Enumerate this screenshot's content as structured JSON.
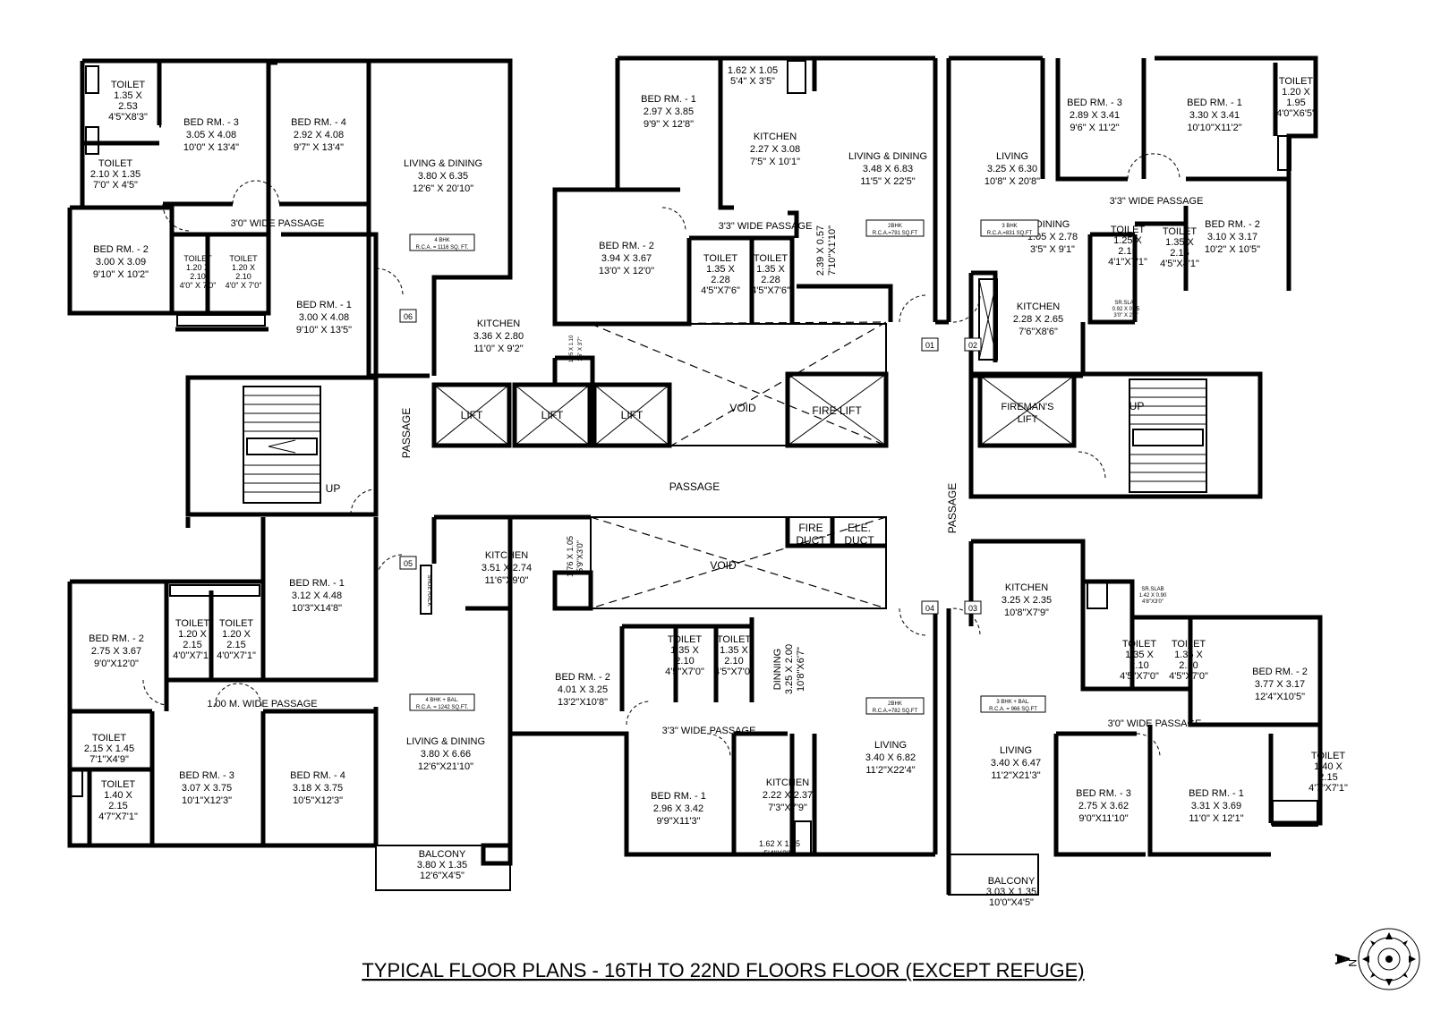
{
  "title": "TYPICAL FLOOR PLANS - 16TH TO 22ND FLOORS FLOOR (EXCEPT REFUGE)",
  "compass": {
    "icon": "north-arrow-icon",
    "label": "N"
  },
  "common_areas": {
    "lifts": [
      "LIFT",
      "LIFT",
      "LIFT"
    ],
    "fire_lift": "FIRE LIFT",
    "firemans_lift": [
      "FIREMAN'S",
      "LIFT"
    ],
    "voids": [
      "VOID",
      "VOID"
    ],
    "passage_center": "PASSAGE",
    "passage_left": "PASSAGE",
    "passage_right": "PASSAGE",
    "stairs": [
      "UP",
      "UP"
    ],
    "fire_duct": [
      "FIRE",
      "DUCT"
    ],
    "ele_duct": [
      "ELE.",
      "DUCT"
    ],
    "shoe_rack": "SHOE RACK",
    "shaft_top": [
      "1.05 X 1.10",
      "3'5\" X 3'7\""
    ],
    "shaft_bottom": [
      "1.76 X 1.05",
      "5'9\"X3'0\""
    ]
  },
  "flats": [
    {
      "no": "06",
      "badge": [
        "4 BHK",
        "R.C.A. = 1116 SQ. FT."
      ],
      "rooms": [
        {
          "id": "toilet-1",
          "lines": [
            "TOILET",
            "1.35 X",
            "2.53",
            "4'5\"X8'3\""
          ]
        },
        {
          "id": "toilet-2",
          "lines": [
            "TOILET",
            "2.10 X 1.35",
            "7'0\" X 4'5\""
          ]
        },
        {
          "id": "bed-3",
          "lines": [
            "BED RM. - 3",
            "3.05 X 4.08",
            "10'0\" X 13'4\""
          ]
        },
        {
          "id": "bed-4",
          "lines": [
            "BED RM. - 4",
            "2.92 X 4.08",
            "9'7\" X 13'4\""
          ]
        },
        {
          "id": "living-dining",
          "lines": [
            "LIVING & DINING",
            "3.80 X 6.35",
            "12'6\" X 20'10\""
          ]
        },
        {
          "id": "bed-2",
          "lines": [
            "BED RM. - 2",
            "3.00 X 3.09",
            "9'10\" X 10'2\""
          ]
        },
        {
          "id": "toilet-3",
          "lines": [
            "TOILET",
            "1.20 X",
            "2.10",
            "4'0\" X 7'0\""
          ]
        },
        {
          "id": "toilet-4",
          "lines": [
            "TOILET",
            "1.20 X",
            "2.10",
            "4'0\" X 7'0\""
          ]
        },
        {
          "id": "bed-1",
          "lines": [
            "BED RM. - 1",
            "3.00 X 4.08",
            "9'10\" X 13'5\""
          ]
        },
        {
          "id": "kitchen",
          "lines": [
            "KITCHEN",
            "3.36 X 2.80",
            "11'0\" X 9'2\""
          ]
        }
      ],
      "passage": "3'0\" WIDE PASSAGE"
    },
    {
      "no": "01",
      "badge": [
        "2BHK",
        "R.C.A.=791 SQ.FT"
      ],
      "rooms": [
        {
          "id": "bed-1",
          "lines": [
            "BED RM. - 1",
            "2.97 X 3.85",
            "9'9\" X 12'8\""
          ]
        },
        {
          "id": "shaft",
          "lines": [
            "1.62 X 1.05",
            "5'4\" X 3'5\""
          ]
        },
        {
          "id": "kitchen",
          "lines": [
            "KITCHEN",
            "2.27 X 3.08",
            "7'5\" X 10'1\""
          ]
        },
        {
          "id": "living-dining",
          "lines": [
            "LIVING & DINING",
            "3.48 X 6.83",
            "11'5\" X 22'5\""
          ]
        },
        {
          "id": "bed-2",
          "lines": [
            "BED RM. - 2",
            "3.94 X 3.67",
            "13'0\" X 12'0\""
          ]
        },
        {
          "id": "toilet-1",
          "lines": [
            "TOILET",
            "1.35 X",
            "2.28",
            "4'5\"X7'6\""
          ]
        },
        {
          "id": "toilet-2",
          "lines": [
            "TOILET",
            "1.35 X",
            "2.28",
            "4'5\"X7'6\""
          ]
        },
        {
          "id": "duct",
          "lines": [
            "2.39 X 0.57",
            "7'10\"X1'10\""
          ]
        }
      ],
      "passage": "3'3\" WIDE PASSAGE"
    },
    {
      "no": "02",
      "badge": [
        "3 BHK",
        "R.C.A.=831 SQ.FT"
      ],
      "rooms": [
        {
          "id": "bed-3",
          "lines": [
            "BED RM. - 3",
            "2.89 X 3.41",
            "9'6\" X 11'2\""
          ]
        },
        {
          "id": "bed-1",
          "lines": [
            "BED RM. - 1",
            "3.30 X 3.41",
            "10'10\"X11'2\""
          ]
        },
        {
          "id": "toilet-1",
          "lines": [
            "TOILET",
            "1.20 X",
            "1.95",
            "4'0\"X6'5\""
          ]
        },
        {
          "id": "living",
          "lines": [
            "LIVING",
            "3.25 X 6.30",
            "10'8\" X 20'8\""
          ]
        },
        {
          "id": "dining",
          "lines": [
            "DINING",
            "1.05 X 2.78",
            "3'5\" X 9'1\""
          ]
        },
        {
          "id": "toilet-2",
          "lines": [
            "TOILET",
            "1.25 X",
            "2.15",
            "4'1\"X7'1\""
          ]
        },
        {
          "id": "toilet-3",
          "lines": [
            "TOILET",
            "1.35 X",
            "2.15",
            "4'5\"X4'1\""
          ]
        },
        {
          "id": "bed-2",
          "lines": [
            "BED RM. - 2",
            "3.10 X 3.17",
            "10'2\" X 10'5\""
          ]
        },
        {
          "id": "kitchen",
          "lines": [
            "KITCHEN",
            "2.28 X 2.65",
            "7'6\"X8'6\""
          ]
        },
        {
          "id": "slab",
          "lines": [
            "SR.SLAB",
            "0.92 X 0.75",
            "3'0\" X 2'6\""
          ]
        }
      ],
      "passage": "3'3\" WIDE PASSAGE"
    },
    {
      "no": "05",
      "badge": [
        "4 BHK + BAL.",
        "R.C.A. = 1242 SQ.FT."
      ],
      "rooms": [
        {
          "id": "bed-1",
          "lines": [
            "BED RM. - 1",
            "3.12 X 4.48",
            "10'3\"X14'8\""
          ]
        },
        {
          "id": "kitchen",
          "lines": [
            "KITCHEN",
            "3.51 X 2.74",
            "11'6\"X9'0\""
          ]
        },
        {
          "id": "bed-2",
          "lines": [
            "BED RM. - 2",
            "2.75 X 3.67",
            "9'0\"X12'0\""
          ]
        },
        {
          "id": "toilet-1",
          "lines": [
            "TOILET",
            "1.20 X",
            "2.15",
            "4'0\"X7'1\""
          ]
        },
        {
          "id": "toilet-2",
          "lines": [
            "TOILET",
            "1.20 X",
            "2.15",
            "4'0\"X7'1\""
          ]
        },
        {
          "id": "toilet-3",
          "lines": [
            "TOILET",
            "2.15 X 1.45",
            "7'1\"X4'9\""
          ]
        },
        {
          "id": "toilet-4",
          "lines": [
            "TOILET",
            "1.40 X",
            "2.15",
            "4'7\"X7'1\""
          ]
        },
        {
          "id": "bed-3",
          "lines": [
            "BED RM. - 3",
            "3.07 X 3.75",
            "10'1\"X12'3\""
          ]
        },
        {
          "id": "bed-4",
          "lines": [
            "BED RM. - 4",
            "3.18 X 3.75",
            "10'5\"X12'3\""
          ]
        },
        {
          "id": "living-dining",
          "lines": [
            "LIVING & DINING",
            "3.80 X 6.66",
            "12'6\"X21'10\""
          ]
        },
        {
          "id": "balcony",
          "lines": [
            "BALCONY",
            "3.80 X 1.35",
            "12'6\"X4'5\""
          ]
        }
      ],
      "passage": "1.00 M. WIDE PASSAGE"
    },
    {
      "no": "04",
      "badge": [
        "2BHK",
        "R.C.A.=782 SQ.FT"
      ],
      "rooms": [
        {
          "id": "bed-2",
          "lines": [
            "BED RM. - 2",
            "4.01 X 3.25",
            "13'2\"X10'8\""
          ]
        },
        {
          "id": "toilet-1",
          "lines": [
            "TOILET",
            "1.35 X",
            "2.10",
            "4'5\"X7'0\""
          ]
        },
        {
          "id": "toilet-2",
          "lines": [
            "TOILET",
            "1.35 X",
            "2.10",
            "4'5\"X7'0\""
          ]
        },
        {
          "id": "dining",
          "lines": [
            "DINNING",
            "3.25 X 2.00",
            "10'8\"X6'7\""
          ]
        },
        {
          "id": "living",
          "lines": [
            "LIVING",
            "3.40 X 6.82",
            "11'2\"X22'4\""
          ]
        },
        {
          "id": "bed-1",
          "lines": [
            "BED RM. - 1",
            "2.96 X 3.42",
            "9'9\"X11'3\""
          ]
        },
        {
          "id": "kitchen",
          "lines": [
            "KITCHEN",
            "2.22 X 2.37",
            "7'3\"X7'9\""
          ]
        },
        {
          "id": "shaft",
          "lines": [
            "1.62 X 1.05",
            "5'4\"X3'5\""
          ]
        }
      ],
      "passage": "3'3\" WIDE PASSAGE"
    },
    {
      "no": "03",
      "badge": [
        "3 BHK + BAL.",
        "R.C.A. = 966 SQ.FT"
      ],
      "rooms": [
        {
          "id": "kitchen",
          "lines": [
            "KITCHEN",
            "3.25 X 2.35",
            "10'8\"X7'9\""
          ]
        },
        {
          "id": "slab",
          "lines": [
            "SR.SLAB",
            "1.42 X 0.90",
            "4'8\"X3'0\""
          ]
        },
        {
          "id": "toilet-1",
          "lines": [
            "TOILET",
            "1.35 X",
            "2.10",
            "4'5\"X7'0\""
          ]
        },
        {
          "id": "toilet-2",
          "lines": [
            "TOILET",
            "1.35 X",
            "2.10",
            "4'5\"X7'0\""
          ]
        },
        {
          "id": "bed-2",
          "lines": [
            "BED RM. - 2",
            "3.77 X 3.17",
            "12'4\"X10'5\""
          ]
        },
        {
          "id": "living",
          "lines": [
            "LIVING",
            "3.40 X 6.47",
            "11'2\"X21'3\""
          ]
        },
        {
          "id": "bed-3",
          "lines": [
            "BED RM. - 3",
            "2.75 X 3.62",
            "9'0\"X11'10\""
          ]
        },
        {
          "id": "bed-1",
          "lines": [
            "BED RM. - 1",
            "3.31 X 3.69",
            "11'0\" X 12'1\""
          ]
        },
        {
          "id": "toilet-3",
          "lines": [
            "TOILET",
            "1.40 X",
            "2.15",
            "4'7\"X7'1\""
          ]
        },
        {
          "id": "balcony",
          "lines": [
            "BALCONY",
            "3.03 X 1.35",
            "10'0\"X4'5\""
          ]
        }
      ],
      "passage": "3'0\" WIDE PASSAGE"
    }
  ]
}
